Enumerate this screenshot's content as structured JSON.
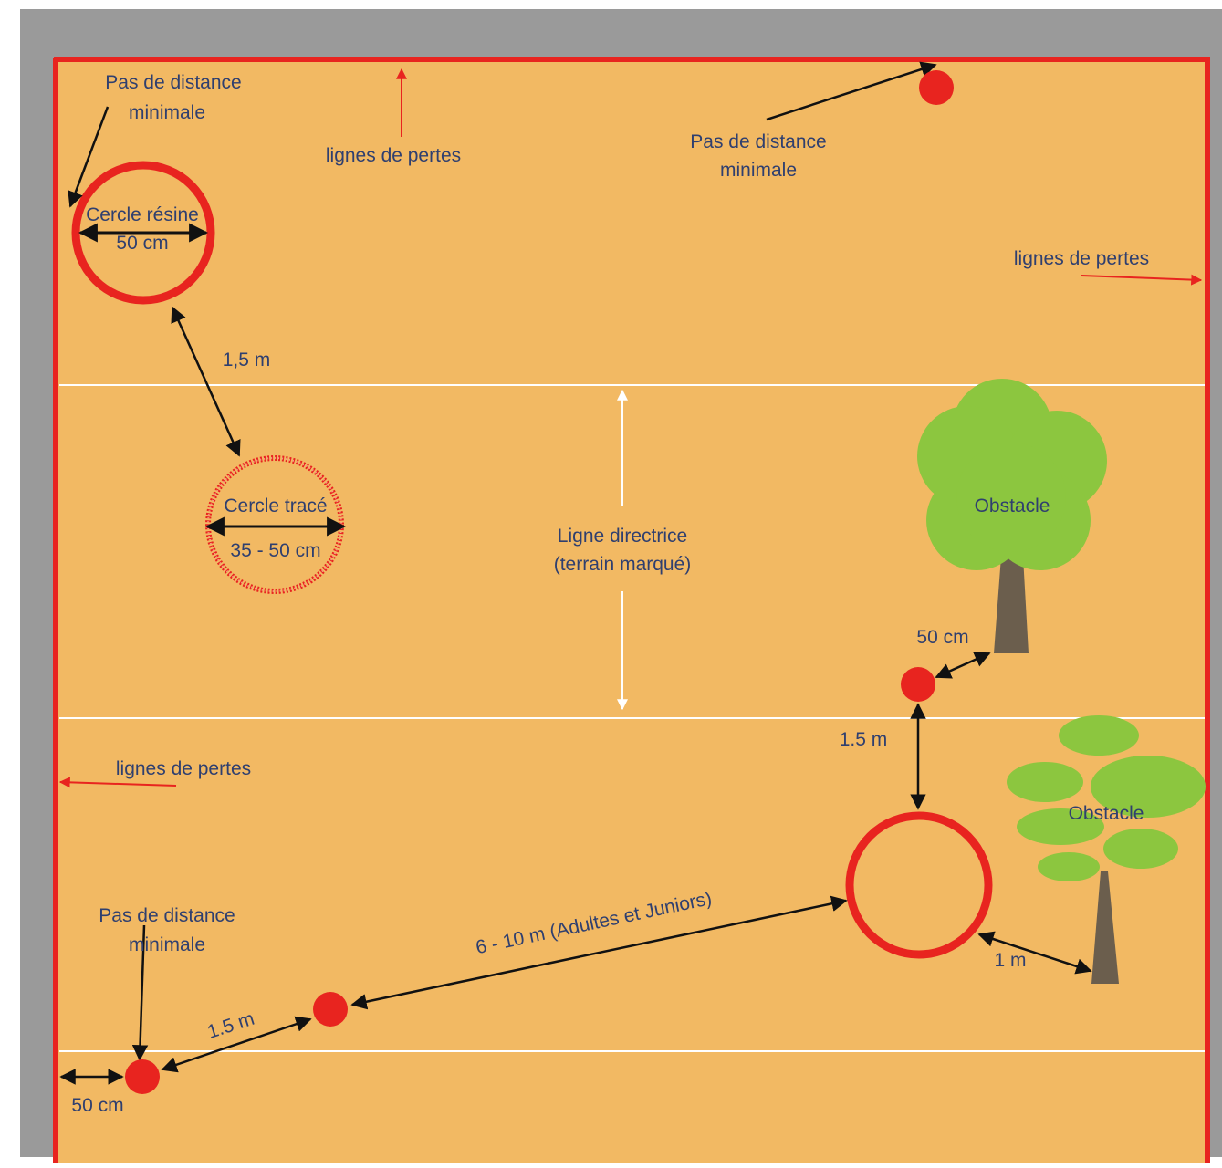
{
  "colors": {
    "gray_border": "#9a9a9a",
    "field": "#f2b963",
    "boundary": "#e8241f",
    "white_line": "#ffffff",
    "text": "#2f3f6f",
    "tree_green": "#8cc63f",
    "trunk": "#6b5e4d",
    "arrow": "#111111"
  },
  "labels": {
    "min_dist_1": "Pas de distance",
    "min_dist_1b": "minimale",
    "lost_line_1": "lignes de pertes",
    "min_dist_2": "Pas de distance",
    "min_dist_2b": "minimale",
    "lost_line_2": "lignes de pertes",
    "resin_circle": "Cercle résine",
    "resin_size": "50 cm",
    "dist_1_5m_top": "1,5 m",
    "traced_circle": "Cercle tracé",
    "traced_size": "35 - 50 cm",
    "guide_line": "Ligne directrice",
    "guide_line_b": "(terrain marqué)",
    "obstacle_1": "Obstacle",
    "dist_50cm_tree": "50 cm",
    "dist_1_5m_right": "1.5 m",
    "lost_line_3": "lignes de pertes",
    "obstacle_2": "Obstacle",
    "min_dist_3": "Pas de distance",
    "min_dist_3b": "minimale",
    "dist_6_10m": "6 - 10 m (Adultes et Juniors)",
    "dist_1m": "1 m",
    "dist_1_5m_bottom": "1.5 m",
    "dist_50cm_edge": "50 cm"
  },
  "icons": {
    "tree": "round-tree-icon",
    "bush": "layered-tree-icon",
    "ball": "red-ball-icon"
  }
}
